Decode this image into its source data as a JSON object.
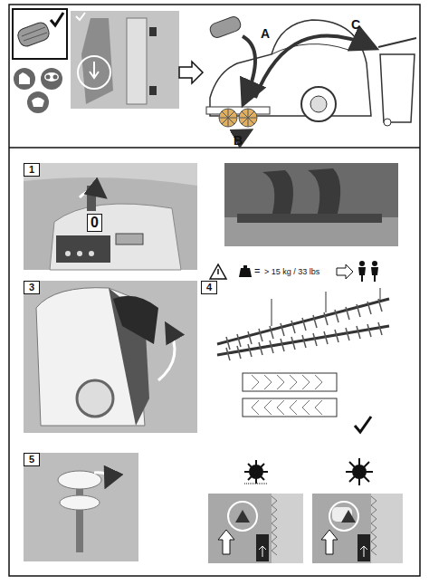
{
  "diagram": {
    "labels": [
      "A",
      "C",
      "B",
      "1",
      "0",
      "=",
      "> 15 kg / 33 lbs",
      "3",
      "4",
      "5"
    ]
  }
}
